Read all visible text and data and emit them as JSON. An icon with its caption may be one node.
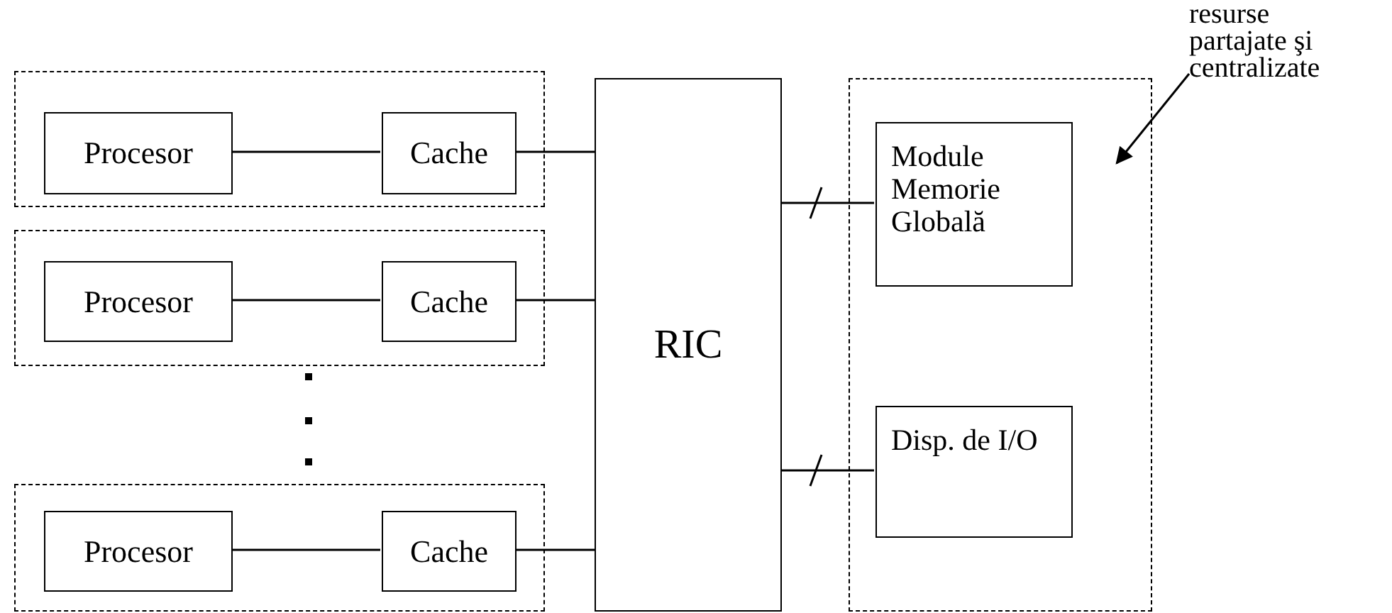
{
  "diagram": {
    "nodes": [
      {
        "text": [],
        "shape": "box"
      },
      {
        "text": [
          "Procesor"
        ],
        "in": 0
      },
      {
        "text": [
          "Cache"
        ],
        "in": 0
      },
      {
        "text": [],
        "shape": "box"
      },
      {
        "text": [
          "Procesor"
        ],
        "in": 3
      },
      {
        "text": [
          "Cache"
        ],
        "in": 3
      },
      {
        "text": [],
        "shape": "box"
      },
      {
        "text": [
          "Procesor"
        ],
        "in": 6
      },
      {
        "text": [
          "Cache"
        ],
        "in": 6
      },
      {
        "text": [
          "RIC"
        ]
      },
      {
        "text": [],
        "shape": "box"
      },
      {
        "text": [
          "Module Memorie Globală"
        ],
        "in": 10
      },
      {
        "text": [
          "Disp. de I/O"
        ],
        "in": 10
      },
      {
        "text": [
          "resurse partajate şi centralizate"
        ]
      }
    ],
    "edges": [
      {
        "from": 1,
        "to": 2,
        "arrow": "none"
      },
      {
        "from": 2,
        "to": 9,
        "arrow": "none"
      },
      {
        "from": 4,
        "to": 5,
        "arrow": "none"
      },
      {
        "from": 5,
        "to": 9,
        "arrow": "none"
      },
      {
        "from": 7,
        "to": 8,
        "arrow": "none"
      },
      {
        "from": 8,
        "to": 9,
        "arrow": "none"
      },
      {
        "from": 9,
        "to": 11,
        "arrow": "none"
      },
      {
        "from": 9,
        "to": 12,
        "arrow": "none"
      },
      {
        "from": 13,
        "to": 10,
        "arrow": "to"
      }
    ]
  }
}
